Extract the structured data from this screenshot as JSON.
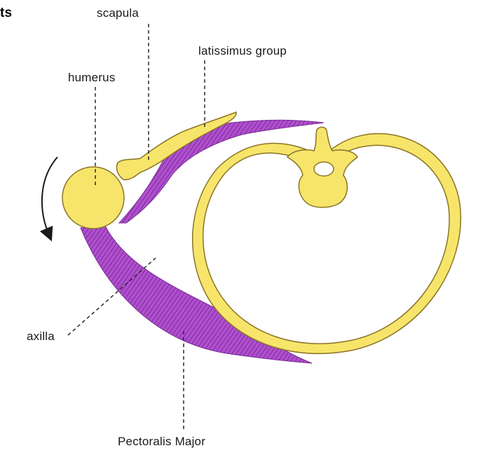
{
  "labels": {
    "corner": "ts",
    "scapula": "scapula",
    "latissimus": "latissimus group",
    "humerus": "humerus",
    "axilla": "axilla",
    "pectoralis": "Pectoralis Major"
  },
  "colors": {
    "bone": "#f7e56b",
    "bone_outline": "#6b5a1e",
    "muscle": "#a23bc0",
    "muscle_hatch": "#5e1a75",
    "line": "#2a2a2a"
  }
}
